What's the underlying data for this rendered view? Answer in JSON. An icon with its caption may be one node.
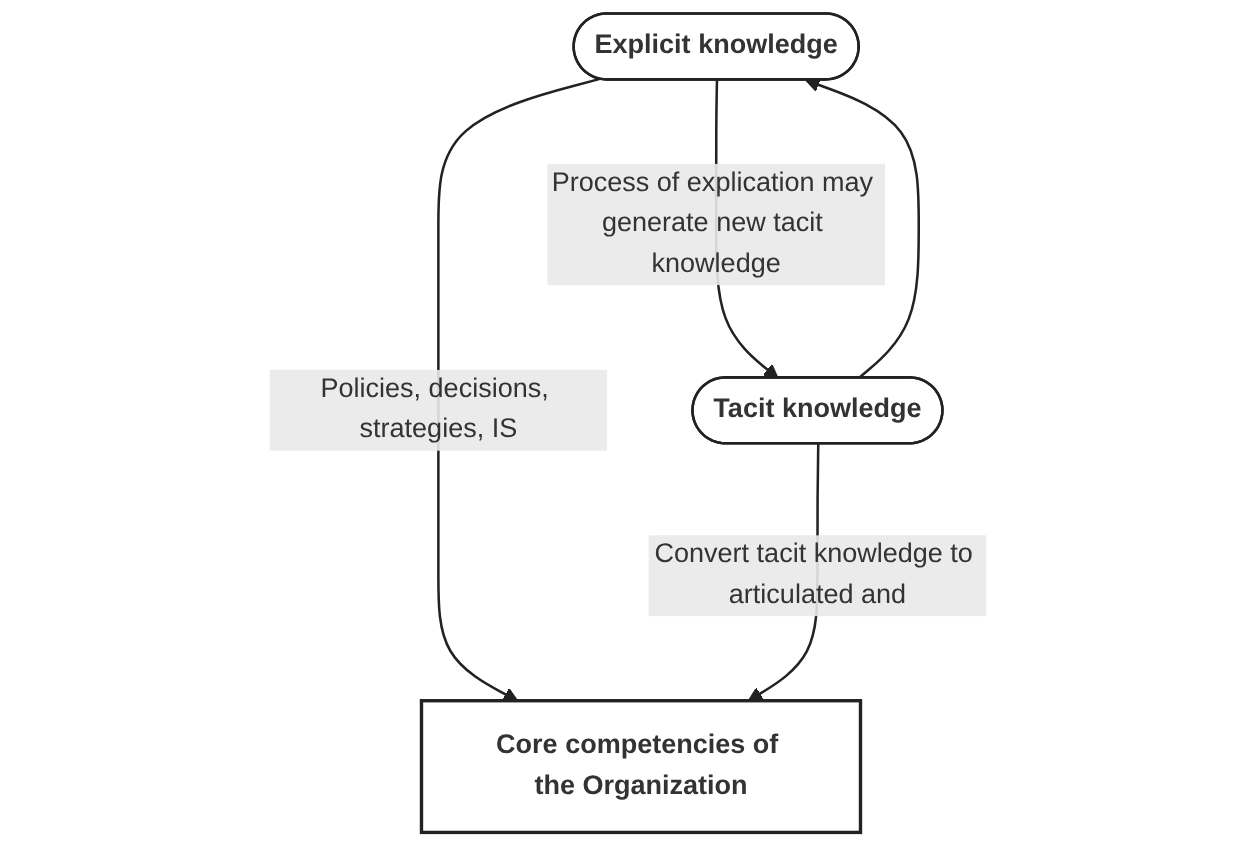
{
  "diagram": {
    "nodes": [
      {
        "text": [
          "Explicit knowledge"
        ]
      },
      {
        "text": [
          "Tacit knowledge"
        ]
      },
      {
        "text": [
          "Core competencies of the Organization"
        ]
      }
    ],
    "edges": [
      {
        "from": 0,
        "to": 1,
        "arrow": "to",
        "label": "Process of explication may generate new tacit knowledge"
      },
      {
        "from": 1,
        "to": 0,
        "arrow": "to"
      },
      {
        "from": 0,
        "to": 2,
        "arrow": "to",
        "label": "Policies, decisions, strategies, IS"
      },
      {
        "from": 1,
        "to": 2,
        "arrow": "to",
        "label": "Convert tacit knowledge to articulated and"
      }
    ]
  }
}
